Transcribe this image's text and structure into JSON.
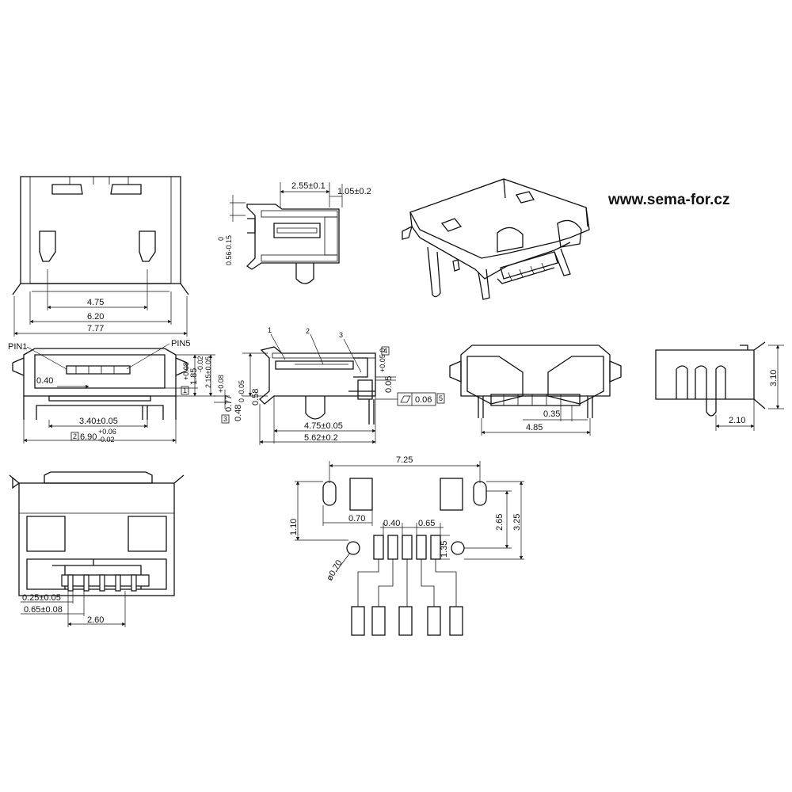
{
  "website": "www.sema-for.cz",
  "top_view": {
    "d1": "4.75",
    "d2": "6.20",
    "d3": "7.77"
  },
  "side_view": {
    "d1": "2.55±0.1",
    "d2": "1.05±0.2",
    "d3": "0.56-0.15",
    "d4": "0"
  },
  "front_view": {
    "pin1": "PIN1",
    "pin5": "PIN5",
    "pitch": "0.40",
    "width": "3.40±0.05",
    "box2": "2",
    "total_base": "6.90",
    "total_tol_up": "+0.06",
    "total_tol_dn": "-0.02",
    "box1": "1",
    "h1": "1.85",
    "h1_tol_up": "+0.08",
    "h1_tol_dn": "-0.02",
    "h2": "2.15±0.05",
    "box3": "3",
    "h3": "0.77",
    "h3_tol": "+0.08",
    "h4": "0.48",
    "h4_tol": "0 -0.05"
  },
  "section_view": {
    "n1": "1",
    "n2": "2",
    "n3": "3",
    "h": "0.58",
    "w1": "4.75±0.05",
    "w2": "5.62±0.2",
    "box4": "4",
    "v1": "0.05",
    "v1_tol": "+0.05 0",
    "flat": "0.06",
    "box5": "5"
  },
  "rear_view": {
    "d1": "0.35",
    "d2": "4.85"
  },
  "profile_view": {
    "d1": "3.10",
    "d2": "2.10"
  },
  "bottom_view": {
    "d1": "0.25±0.05",
    "d2": "0.65±0.08",
    "d3": "2.60"
  },
  "footprint": {
    "w": "7.25",
    "pad": "0.70",
    "h1": "1.10",
    "pitch1": "0.40",
    "pitch2": "0.65",
    "pad_h": "1.35",
    "dia": "ø0.70",
    "h2": "2.65",
    "h3": "3.25"
  }
}
